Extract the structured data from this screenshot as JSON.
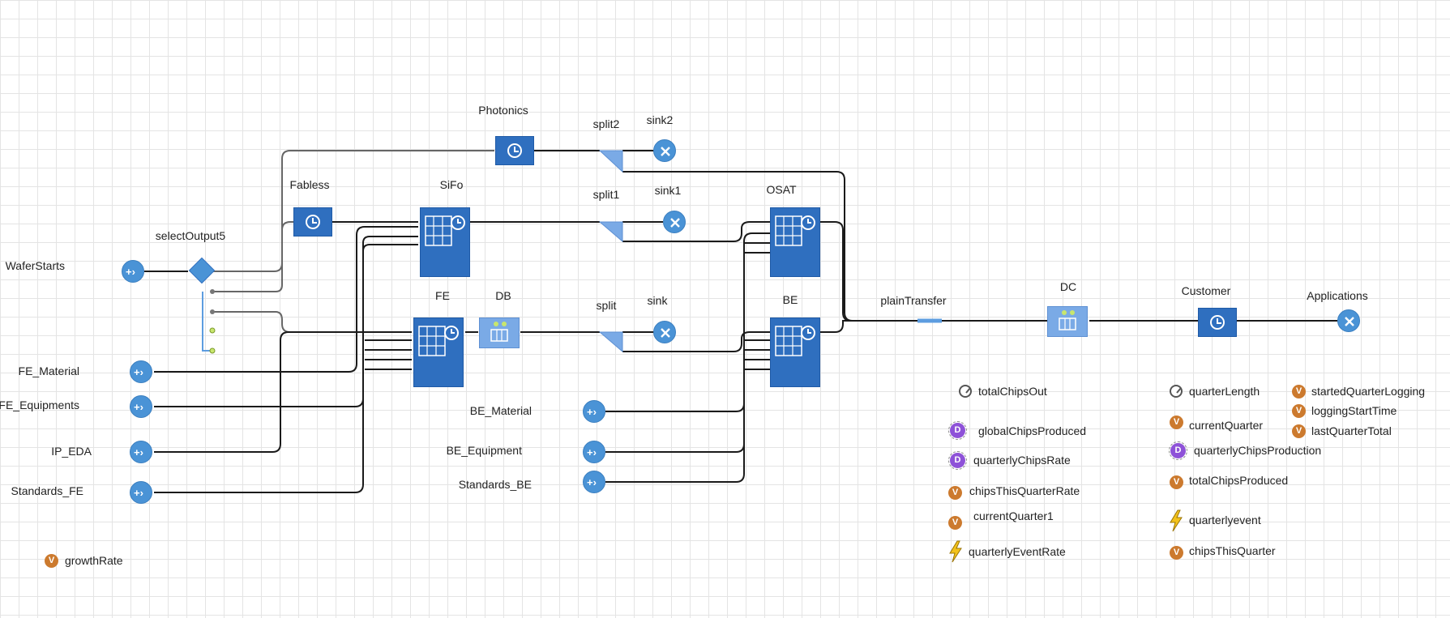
{
  "blocks": {
    "photonics": "Photonics",
    "split2": "split2",
    "sink2": "sink2",
    "fabless": "Fabless",
    "sifo": "SiFo",
    "split1": "split1",
    "sink1": "sink1",
    "osat": "OSAT",
    "selectOutput5": "selectOutput5",
    "waferStarts": "WaferStarts",
    "fe": "FE",
    "db": "DB",
    "split": "split",
    "sink": "sink",
    "be": "BE",
    "plainTransfer": "plainTransfer",
    "dc": "DC",
    "customer": "Customer",
    "applications": "Applications",
    "feMaterial": "FE_Material",
    "feEquipments": "FE_Equipments",
    "ipEda": "IP_EDA",
    "standardsFe": "Standards_FE",
    "beMaterial": "BE_Material",
    "beEquipment": "BE_Equipment",
    "standardsBe": "Standards_BE"
  },
  "params": {
    "growthRate": "growthRate",
    "totalChipsOut": "totalChipsOut",
    "globalChipsProduced": "globalChipsProduced",
    "quarterlyChipsRate": "quarterlyChipsRate",
    "chipsThisQuarterRate": "chipsThisQuarterRate",
    "currentQuarter1": "currentQuarter1",
    "quarterlyEventRate": "quarterlyEventRate",
    "quarterLength": "quarterLength",
    "currentQuarter": "currentQuarter",
    "quarterlyChipsProduction": "quarterlyChipsProduction",
    "totalChipsProduced": "totalChipsProduced",
    "quarterlyevent": "quarterlyevent",
    "chipsThisQuarter": "chipsThisQuarter",
    "startedQuarterLogging": "startedQuarterLogging",
    "loggingStartTime": "loggingStartTime",
    "lastQuarterTotal": "lastQuarterTotal"
  },
  "icons": {
    "variable": "V",
    "dynamic": "D",
    "source": "source-icon",
    "sink": "sink-icon",
    "delay": "clock-icon",
    "event": "lightning-icon",
    "statistics": "gauge-icon"
  },
  "colors": {
    "block": "#2f6fbf",
    "port": "#4a93d6",
    "variable": "#cc7a2e",
    "dynamicVariable": "#8e52d8",
    "wire": "#1a1a1a"
  }
}
